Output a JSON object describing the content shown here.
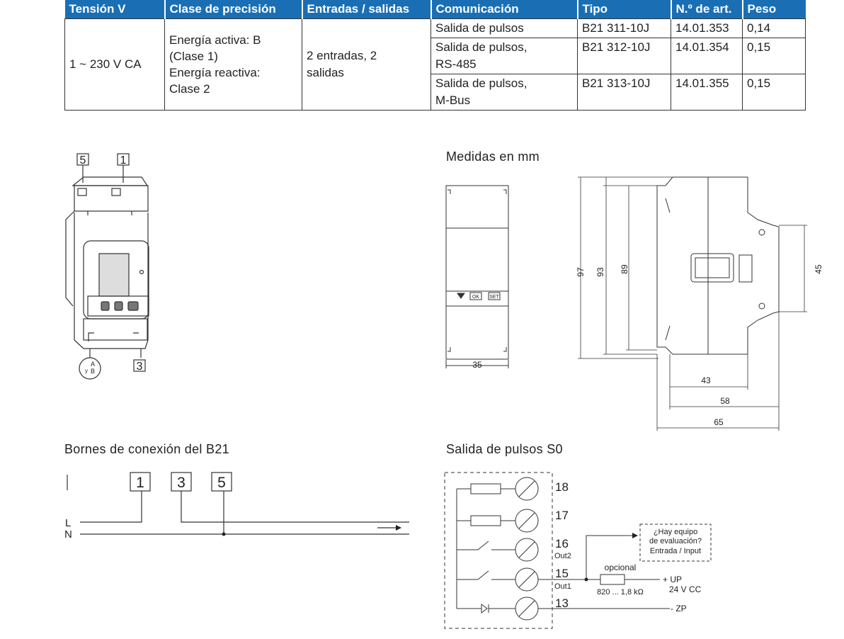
{
  "table": {
    "headers": [
      "Tensión V",
      "Clase de precisión",
      "Entradas / salidas",
      "Comunicación",
      "Tipo",
      "N.º de art.",
      "Peso"
    ],
    "voltage": "1 ~ 230 V CA",
    "precision": [
      "Energía activa: B",
      "(Clase 1)",
      "Energía reactiva:",
      "Clase 2"
    ],
    "io": [
      "2 entradas, 2",
      "salidas"
    ],
    "rows": [
      {
        "comm": [
          "Salida de pulsos"
        ],
        "type": "B21 311-10J",
        "art": "14.01.353",
        "weight": "0,14"
      },
      {
        "comm": [
          "Salida de pulsos,",
          "RS-485"
        ],
        "type": "B21 312-10J",
        "art": "14.01.354",
        "weight": "0,15"
      },
      {
        "comm": [
          "Salida de pulsos,",
          "M-Bus"
        ],
        "type": "B21 313-10J",
        "art": "14.01.355",
        "weight": "0,15"
      }
    ]
  },
  "device": {
    "box5": "5",
    "box1": "1",
    "box3": "3",
    "seal_a": "A",
    "seal_b": "B",
    "seal_y": "y"
  },
  "dimensions": {
    "title": "Medidas en mm",
    "d35": "35",
    "d97": "97",
    "d93": "93",
    "d89": "89",
    "d45": "45",
    "d43": "43",
    "d58": "58",
    "d65": "65",
    "btn_ok": "OK",
    "btn_set": "SET"
  },
  "terminals": {
    "title": "Bornes de conexión del B21",
    "t1": "1",
    "t3": "3",
    "t5": "5",
    "L": "L",
    "N": "N"
  },
  "pulse": {
    "title": "Salida de pulsos S0",
    "n18": "18",
    "n17": "17",
    "n16": "16",
    "n15": "15",
    "n13": "13",
    "out2": "Out2",
    "out1": "Out1",
    "q1": "¿Hay equipo",
    "q2": "de evaluación?",
    "q3": "Entrada / Input",
    "opcional": "opcional",
    "resistor": "820 ... 1,8 kΩ",
    "up": "+ UP",
    "vcc": "24 V CC",
    "zp": "- ZP"
  }
}
